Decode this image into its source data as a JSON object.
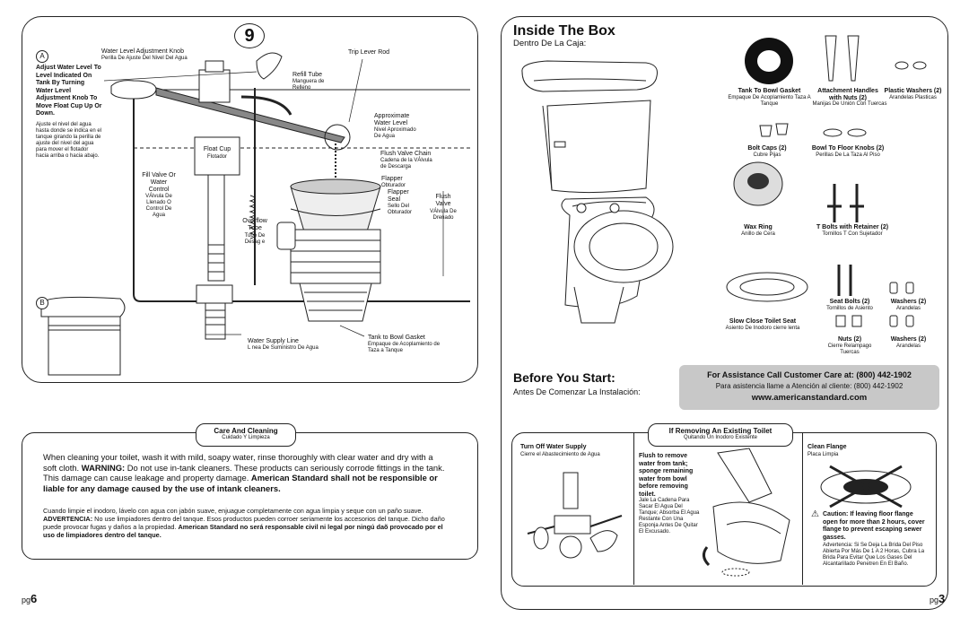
{
  "left": {
    "step_number": "9",
    "diagram_a": {
      "letter": "A",
      "knob_label": "Water Level Adjustment Knob",
      "knob_label_es": "Perilla De Ajuste Del Nivel Del Agua",
      "instruction": "Adjust Water Level To Level Indicated On Tank By Turning Water Level Adjustment Knob To Move Float Cup Up Or Down.",
      "instruction_es": "Ajuste el nivel del agua hasta donde se indica en el tanque girando la perilla de ajuste del nivel del agua para mover el flotador hacia arriba o hacia abajo.",
      "trip_lever": "Trip Lever Rod",
      "refill_tube": "Refill Tube",
      "refill_tube_es": "Manguera de Relleno",
      "approx_level": "Approximate Water Level",
      "approx_level_es": "Nivel Aproximado De Agua",
      "float_cup": "Float Cup",
      "float_cup_es": "Flotador",
      "chain": "Flush Valve Chain",
      "chain_es": "Cadena de la VÁlvula de Descarga",
      "fill_valve": "Fill Valve Or Water Control",
      "fill_valve_es": "VÁlvula De Llenado O Control De Agua",
      "flapper": "Flapper",
      "flapper_es": "Obturador",
      "flapper_seal": "Flapper Seal",
      "flapper_seal_es": "Sello Del Obturador",
      "flush_valve": "Flush Valve",
      "flush_valve_es": "VÁlvula De Drenado",
      "overflow": "Overflow Tube",
      "overflow_es": "Tubo De Desag e"
    },
    "diagram_b": {
      "letter": "B",
      "supply_line": "Water Supply Line",
      "supply_line_es": "L nea De Suministro De Agua",
      "gasket": "Tank to Bowl Gasket",
      "gasket_es": "Empaque de Acoplamiento de Taza a Tanque"
    },
    "care": {
      "title": "Care And Cleaning",
      "title_es": "Cuidado Y Limpieza",
      "para_en_1": "When cleaning your toilet, wash it with mild, soapy water, rinse thoroughly with clear water and dry with a soft cloth. ",
      "warning_label": "WARNING:",
      "para_en_2": " Do not use in-tank cleaners. These products can seriously corrode fittings in the tank. This damage can cause leakage and property damage. ",
      "para_en_bold": "American Standard shall not be responsible or liable for any damage caused by the use of intank cleaners.",
      "para_es_1": "Cuando limpie el inodoro, lávelo con agua con jabón suave, enjuague completamente con agua limpia y seque con un paño suave. ",
      "advert_label": "ADVERTENCIA:",
      "para_es_2": " No use limpiadores dentro del tanque. Esos productos pueden corroer seriamente los accesorios del tanque. Dicho daño puede provocar fugas y daños a la propiedad. ",
      "para_es_bold": "American Standard no será responsable civil ni legal por ningú daõ provocado por el uso de limpiadores dentro del tanque."
    },
    "page_number_prefix": "pg",
    "page_number": "6"
  },
  "right": {
    "title": "Inside The Box",
    "subtitle": "Dentro De La Caja:",
    "parts": {
      "gasket": "Tank To Bowl Gasket",
      "gasket_es": "Empaque De Acoplamiento Taza A Tanque",
      "handles": "Attachment Handles with Nuts (2)",
      "handles_es": "Manijas De Unión Con Tuercas",
      "plastic_washers": "Plastic Washers (2)",
      "plastic_washers_es": "Arandelas Plasticas",
      "bolt_caps": "Bolt Caps (2)",
      "bolt_caps_es": "Cubre Pijas",
      "floor_knobs": "Bowl To Floor Knobs (2)",
      "floor_knobs_es": "Perillas De La Taza Al Piso",
      "wax_ring": "Wax Ring",
      "wax_ring_es": "Anillo de Cera",
      "t_bolts": "T Bolts with Retainer (2)",
      "t_bolts_es": "Tornillos T Con Sujetador",
      "seat": "Slow Close Toilet Seat",
      "seat_es": "Asiento De Inodoro cierre lenta",
      "seat_bolts": "Seat Bolts (2)",
      "seat_bolts_es": "Tornillos de Asiento",
      "washers_1": "Washers (2)",
      "washers_1_es": "Arandelas",
      "nuts": "Nuts (2)",
      "nuts_es": "Cierre Relampago Tuercas",
      "washers_2": "Washers (2)",
      "washers_2_es": "Arandelas"
    },
    "before": {
      "title": "Before You Start:",
      "subtitle": "Antes De Comenzar La Instalación:"
    },
    "assist": {
      "line_en": "For Assistance Call Customer Care at: (800) 442-1902",
      "line_es": "Para asistencia llame a Atención al cliente: (800) 442-1902",
      "url": "www.americanstandard.com"
    },
    "removing": {
      "title": "If Removing An Existing Toilet",
      "title_es": "Quitando Un Inodoro Existente",
      "col1_title": "Turn Off Water Supply",
      "col1_title_es": "Cierre el Abastecimiento de Agua",
      "col2_title": "Flush to remove water from tank; sponge remaining water from bowl before removing toilet.",
      "col2_es": "Jale La Cadena Para Sacar El Agua Del Tanque; Absorba El Agua Restante Con Una Esponja Antes De Quitar El Excusado.",
      "col3_title": "Clean Flange",
      "col3_title_es": "Placa Limpia",
      "caution": "Caution: If leaving floor flange open for more than 2 hours, cover flange to prevent escaping sewer gasses.",
      "caution_es": "Advertencia: Si Se Deja La Brida Del Piso Abierta Por Más De 1 A 2 Horas, Cubra La Brida Para Evitar Que Los Gases Del Alcantarillado Penetren En El Baño."
    },
    "page_number_prefix": "pg",
    "page_number": "3"
  }
}
